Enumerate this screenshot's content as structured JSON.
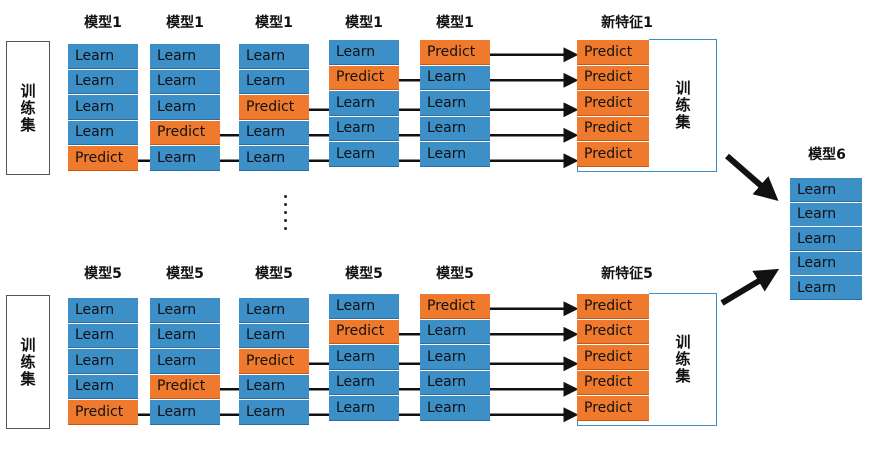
{
  "top": {
    "headers": [
      "模型1",
      "模型1",
      "模型1",
      "模型1",
      "模型1"
    ],
    "feature_header": "新特征1",
    "side_label": "训练集",
    "columns": [
      [
        "Learn",
        "Learn",
        "Learn",
        "Learn",
        "Predict"
      ],
      [
        "Learn",
        "Learn",
        "Learn",
        "Predict",
        "Learn"
      ],
      [
        "Learn",
        "Learn",
        "Predict",
        "Learn",
        "Learn"
      ],
      [
        "Learn",
        "Predict",
        "Learn",
        "Learn",
        "Learn"
      ],
      [
        "Predict",
        "Learn",
        "Learn",
        "Learn",
        "Learn"
      ]
    ],
    "feature_cells": [
      "Predict",
      "Predict",
      "Predict",
      "Predict",
      "Predict"
    ],
    "feature_side_label": "训练集"
  },
  "bottom": {
    "headers": [
      "模型5",
      "模型5",
      "模型5",
      "模型5",
      "模型5"
    ],
    "feature_header": "新特征5",
    "side_label": "训练集",
    "columns": [
      [
        "Learn",
        "Learn",
        "Learn",
        "Learn",
        "Predict"
      ],
      [
        "Learn",
        "Learn",
        "Learn",
        "Predict",
        "Learn"
      ],
      [
        "Learn",
        "Learn",
        "Predict",
        "Learn",
        "Learn"
      ],
      [
        "Learn",
        "Predict",
        "Learn",
        "Learn",
        "Learn"
      ],
      [
        "Predict",
        "Learn",
        "Learn",
        "Learn",
        "Learn"
      ]
    ],
    "feature_cells": [
      "Predict",
      "Predict",
      "Predict",
      "Predict",
      "Predict"
    ],
    "feature_side_label": "训练集"
  },
  "model6": {
    "header": "模型6",
    "cells": [
      "Learn",
      "Learn",
      "Learn",
      "Learn",
      "Learn"
    ]
  },
  "colors": {
    "learn": "#3d8fc8",
    "predict": "#ef7a2d",
    "arrow": "#111111"
  }
}
